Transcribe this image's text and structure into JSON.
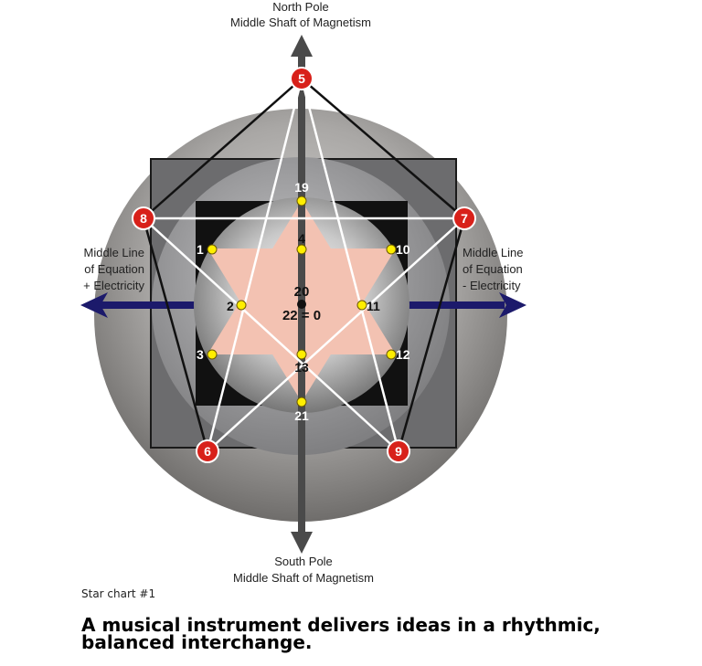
{
  "diagram": {
    "north_label_1": "North Pole",
    "north_label_2": "Middle Shaft of Magnetism",
    "south_label_1": "South Pole",
    "south_label_2": "Middle Shaft of Magnetism",
    "left_label_1": "Middle Line",
    "left_label_2": "of Equation",
    "left_label_3": "+ Electricity",
    "right_label_1": "Middle Line",
    "right_label_2": "of Equation",
    "right_label_3": "- Electricity",
    "red_points": [
      {
        "label": "5"
      },
      {
        "label": "7"
      },
      {
        "label": "8"
      },
      {
        "label": "6"
      },
      {
        "label": "9"
      }
    ],
    "yellow_points": [
      {
        "label": "19"
      },
      {
        "label": "4"
      },
      {
        "label": "1"
      },
      {
        "label": "10"
      },
      {
        "label": "2"
      },
      {
        "label": "11"
      },
      {
        "label": "3"
      },
      {
        "label": "12"
      },
      {
        "label": "13"
      },
      {
        "label": "21"
      }
    ],
    "center_label_1": "20",
    "center_label_2": "22 = 0",
    "colors": {
      "outer_circle": "#8e8c8a",
      "square_fill": "#6a6a6c",
      "inner_black": "#111111",
      "hexagram": "#f3c2b2",
      "arrow_blue": "#1c1a6b",
      "red_node": "#d8211a",
      "yellow_node": "#ffee00"
    }
  },
  "caption": "Star chart #1",
  "headline": "A musical instrument delivers ideas in a rhythmic, balanced interchange."
}
